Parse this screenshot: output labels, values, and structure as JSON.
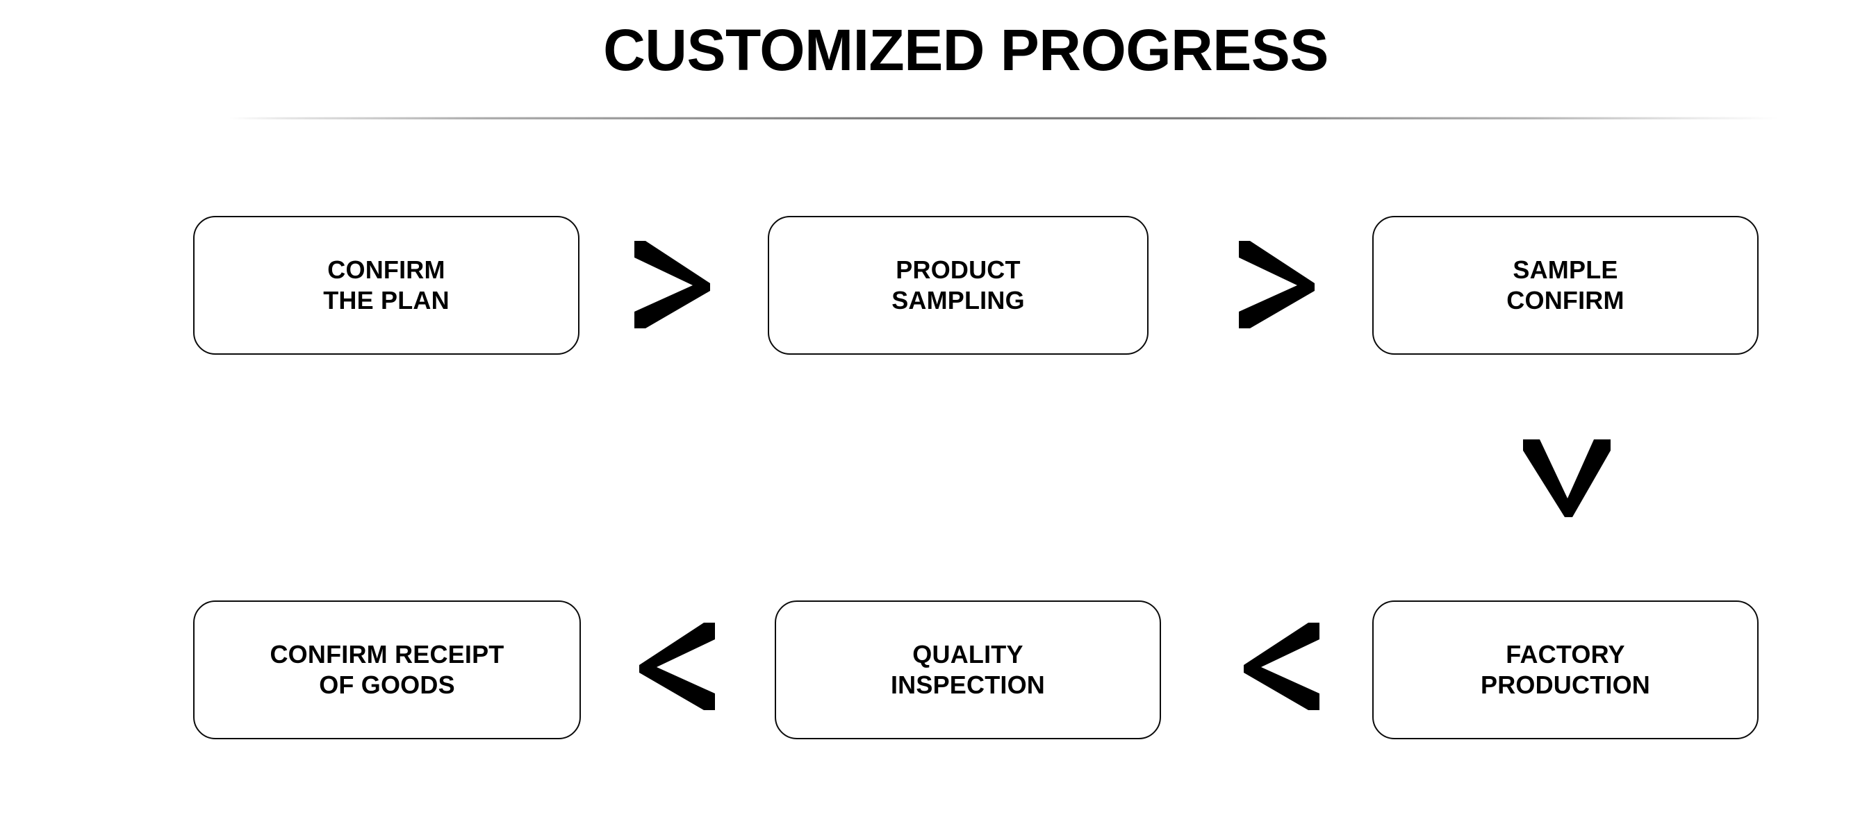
{
  "page": {
    "title": "CUSTOMIZED PROGRESS",
    "background_color": "#ffffff",
    "text_color": "#000000",
    "box_border_color": "#0b0b0b",
    "divider_color": "#9a9a9a"
  },
  "diagram": {
    "type": "process-flow",
    "direction": "serpentine-left-to-right-then-right-to-left",
    "step_count": 6,
    "rows": [
      {
        "name": "top-row",
        "flow": "left-to-right",
        "steps": [
          {
            "id": "confirm-the-plan",
            "order": 1,
            "line1": "CONFIRM",
            "line2": "THE PLAN"
          },
          {
            "id": "product-sampling",
            "order": 2,
            "line1": "PRODUCT",
            "line2": "SAMPLING"
          },
          {
            "id": "sample-confirm",
            "order": 3,
            "line1": "SAMPLE",
            "line2": "CONFIRM"
          }
        ],
        "connectors": [
          {
            "id": "connector-1",
            "glyph": "chevron-right",
            "between": [
              "confirm-the-plan",
              "product-sampling"
            ]
          },
          {
            "id": "connector-2",
            "glyph": "chevron-right",
            "between": [
              "product-sampling",
              "sample-confirm"
            ]
          }
        ]
      },
      {
        "name": "bottom-row",
        "flow": "right-to-left",
        "steps": [
          {
            "id": "confirm-receipt-of-goods",
            "order": 6,
            "line1": "CONFIRM RECEIPT",
            "line2": "OF GOODS"
          },
          {
            "id": "quality-inspection",
            "order": 5,
            "line1": "QUALITY",
            "line2": "INSPECTION"
          },
          {
            "id": "factory-production",
            "order": 4,
            "line1": "FACTORY",
            "line2": "PRODUCTION"
          }
        ],
        "connectors": [
          {
            "id": "connector-4",
            "glyph": "chevron-left",
            "between": [
              "quality-inspection",
              "confirm-receipt-of-goods"
            ]
          },
          {
            "id": "connector-5",
            "glyph": "chevron-left",
            "between": [
              "factory-production",
              "quality-inspection"
            ]
          }
        ]
      }
    ],
    "row_connector": {
      "id": "connector-3",
      "glyph": "chevron-down",
      "between": [
        "sample-confirm",
        "factory-production"
      ]
    }
  }
}
